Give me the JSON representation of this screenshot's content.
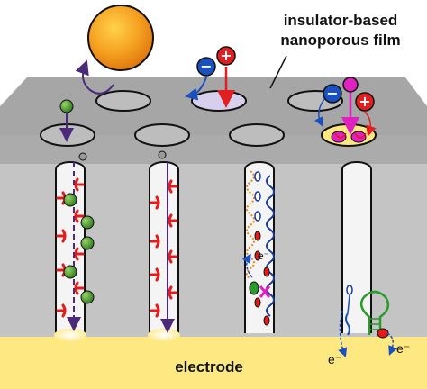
{
  "labels": {
    "film_line1": "insulator-based",
    "film_line2": "nanoporous film",
    "electrode": "electrode",
    "electron": "e⁻"
  },
  "colors": {
    "electrode": "#fde882",
    "film_top": "#a8a8a8",
    "film_front": "#c8c8c8",
    "pore_fill": "#f2f2f2",
    "receptor": "#e31b1b",
    "target_particle": "#4a9a2a",
    "arrow_purple": "#4b2a7a",
    "positive_ion": "#e02020",
    "negative_ion": "#1a50c0",
    "large_particle": "#f5a020",
    "aptamer_green": "#2a9a2a",
    "dna_blue": "#1a3a9a"
  },
  "icons": {
    "positive": "+",
    "negative": "−",
    "block": "×"
  }
}
